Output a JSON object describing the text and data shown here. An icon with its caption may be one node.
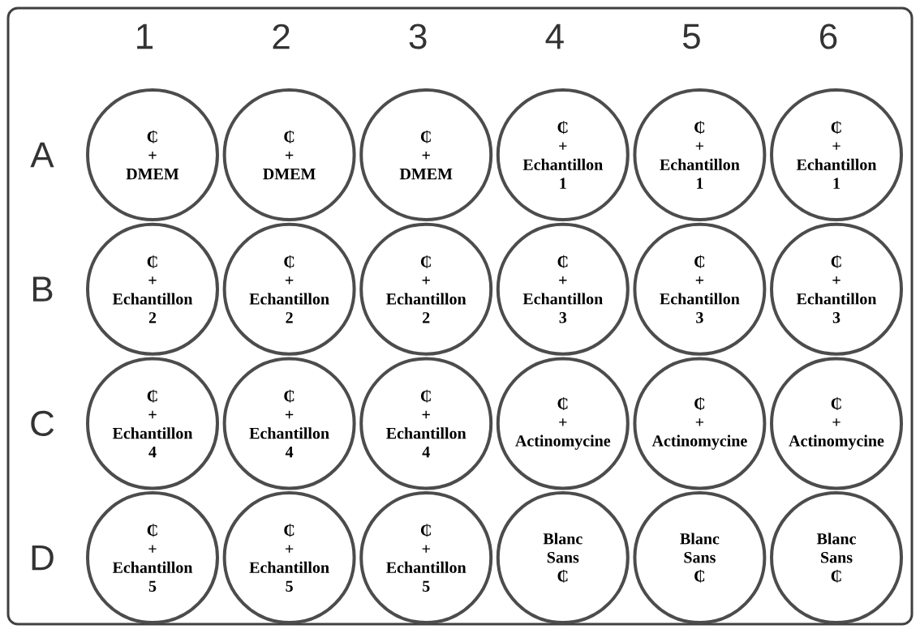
{
  "diagram": {
    "nodes": [
      {
        "text": [
          "₵",
          "+",
          "DMEM"
        ]
      },
      {
        "text": [
          "₵",
          "+",
          "DMEM"
        ]
      },
      {
        "text": [
          "₵",
          "+",
          "DMEM"
        ]
      },
      {
        "text": [
          "₵",
          "+",
          "Echantillon",
          "1"
        ]
      },
      {
        "text": [
          "₵",
          "+",
          "Echantillon",
          "1"
        ]
      },
      {
        "text": [
          "₵",
          "+",
          "Echantillon",
          "1"
        ]
      },
      {
        "text": [
          "₵",
          "+",
          "Echantillon",
          "2"
        ]
      },
      {
        "text": [
          "₵",
          "+",
          "Echantillon",
          "2"
        ]
      },
      {
        "text": [
          "₵",
          "+",
          "Echantillon",
          "2"
        ]
      },
      {
        "text": [
          "₵",
          "+",
          "Echantillon",
          "3"
        ]
      },
      {
        "text": [
          "₵",
          "+",
          "Echantillon",
          "3"
        ]
      },
      {
        "text": [
          "₵",
          "+",
          "Echantillon",
          "3"
        ]
      },
      {
        "text": [
          "₵",
          "+",
          "Echantillon",
          "4"
        ]
      },
      {
        "text": [
          "₵",
          "+",
          "Echantillon",
          "4"
        ]
      },
      {
        "text": [
          "₵",
          "+",
          "Echantillon",
          "4"
        ]
      },
      {
        "text": [
          "₵",
          "+",
          "Actinomycine"
        ]
      },
      {
        "text": [
          "₵",
          "+",
          "Actinomycine"
        ]
      },
      {
        "text": [
          "₵",
          "+",
          "Actinomycine"
        ]
      },
      {
        "text": [
          "₵",
          "+",
          "Echantillon",
          "5"
        ]
      },
      {
        "text": [
          "₵",
          "+",
          "Echantillon",
          "5"
        ]
      },
      {
        "text": [
          "₵",
          "+",
          "Echantillon",
          "5"
        ]
      },
      {
        "text": [
          "Blanc",
          "Sans",
          "₵"
        ]
      },
      {
        "text": [
          "Blanc",
          "Sans",
          "₵"
        ]
      },
      {
        "text": [
          "Blanc",
          "Sans",
          "₵"
        ]
      }
    ],
    "labels": [
      "1",
      "2",
      "3",
      "4",
      "5",
      "6",
      "A",
      "B",
      "C",
      "D"
    ]
  }
}
